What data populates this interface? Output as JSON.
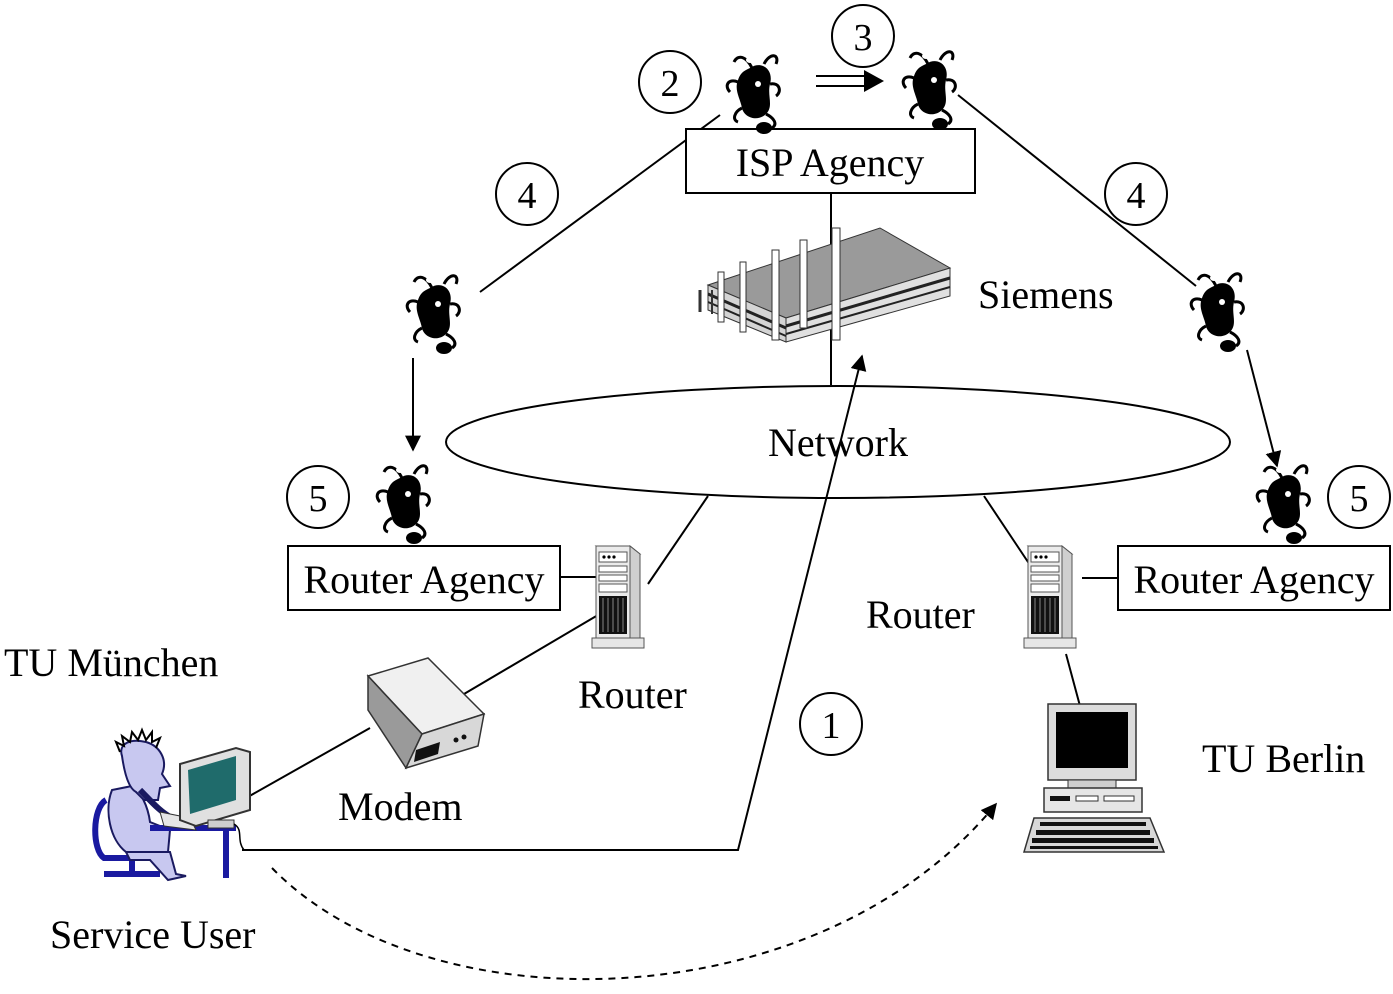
{
  "labels": {
    "isp_agency": "ISP Agency",
    "siemens": "Siemens",
    "network": "Network",
    "router_agency_left": "Router Agency",
    "router_agency_right": "Router Agency",
    "router_left": "Router",
    "router_right": "Router",
    "modem": "Modem",
    "tu_muenchen": "TU München",
    "tu_berlin": "TU Berlin",
    "service_user": "Service User"
  },
  "steps": {
    "s1": "1",
    "s2": "2",
    "s3": "3",
    "s4_left": "4",
    "s4_right": "4",
    "s5_left": "5",
    "s5_right": "5"
  },
  "icons": {
    "agent": "mobile-agent-icon",
    "building": "building-icon",
    "server": "router-server-icon",
    "modem": "modem-icon",
    "workstation": "workstation-icon",
    "user": "user-at-computer-icon"
  }
}
